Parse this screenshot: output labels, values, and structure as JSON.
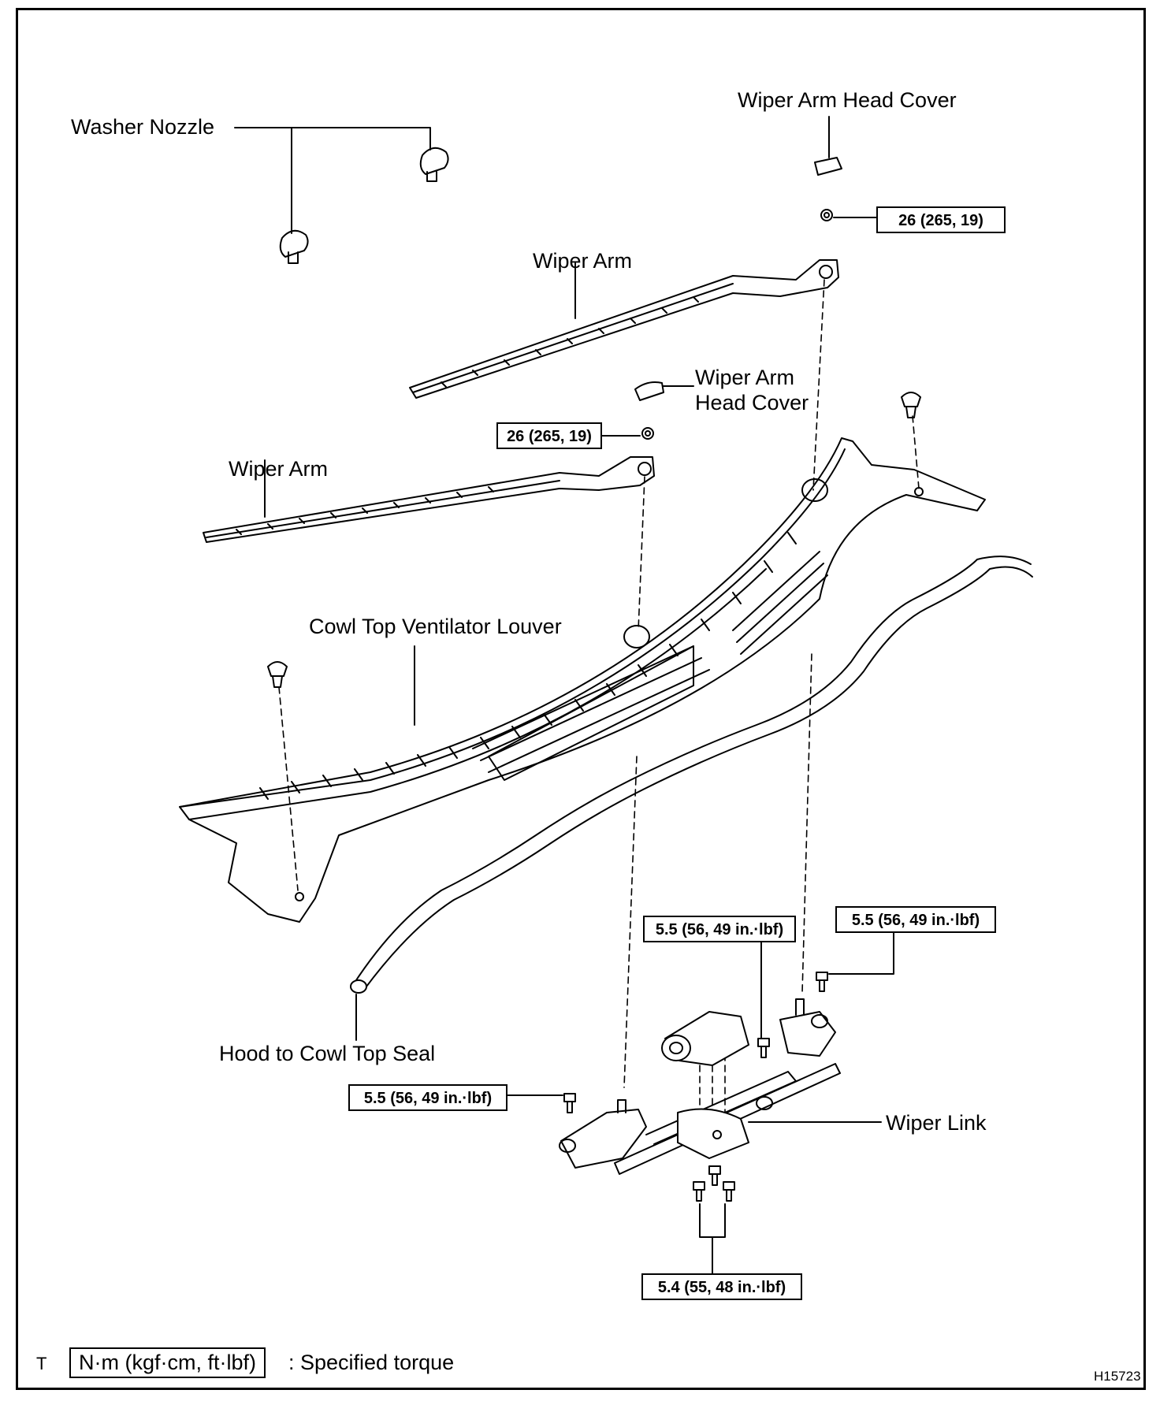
{
  "labels": {
    "washer_nozzle": "Washer Nozzle",
    "wiper_arm_head_cover_top": "Wiper Arm Head Cover",
    "wiper_arm_right": "Wiper Arm",
    "wiper_arm_head_cover_mid_line1": "Wiper Arm",
    "wiper_arm_head_cover_mid_line2": "Head Cover",
    "wiper_arm_left": "Wiper Arm",
    "cowl_louver": "Cowl Top Ventilator Louver",
    "hood_seal": "Hood to Cowl Top Seal",
    "wiper_link": "Wiper Link"
  },
  "torque": {
    "nut_right": "26 (265, 19)",
    "nut_left": "26 (265, 19)",
    "bolt_motor": "5.5 (56, 49 in.·lbf)",
    "bolt_right_pivot": "5.5 (56, 49 in.·lbf)",
    "bolt_left_pivot": "5.5 (56, 49 in.·lbf)",
    "bolt_bracket": "5.4 (55, 48 in.·lbf)"
  },
  "legend": {
    "marker": "T",
    "unit_box": "N·m (kgf·cm, ft·lbf)",
    "description": ": Specified torque"
  },
  "figure_id": "H15723"
}
